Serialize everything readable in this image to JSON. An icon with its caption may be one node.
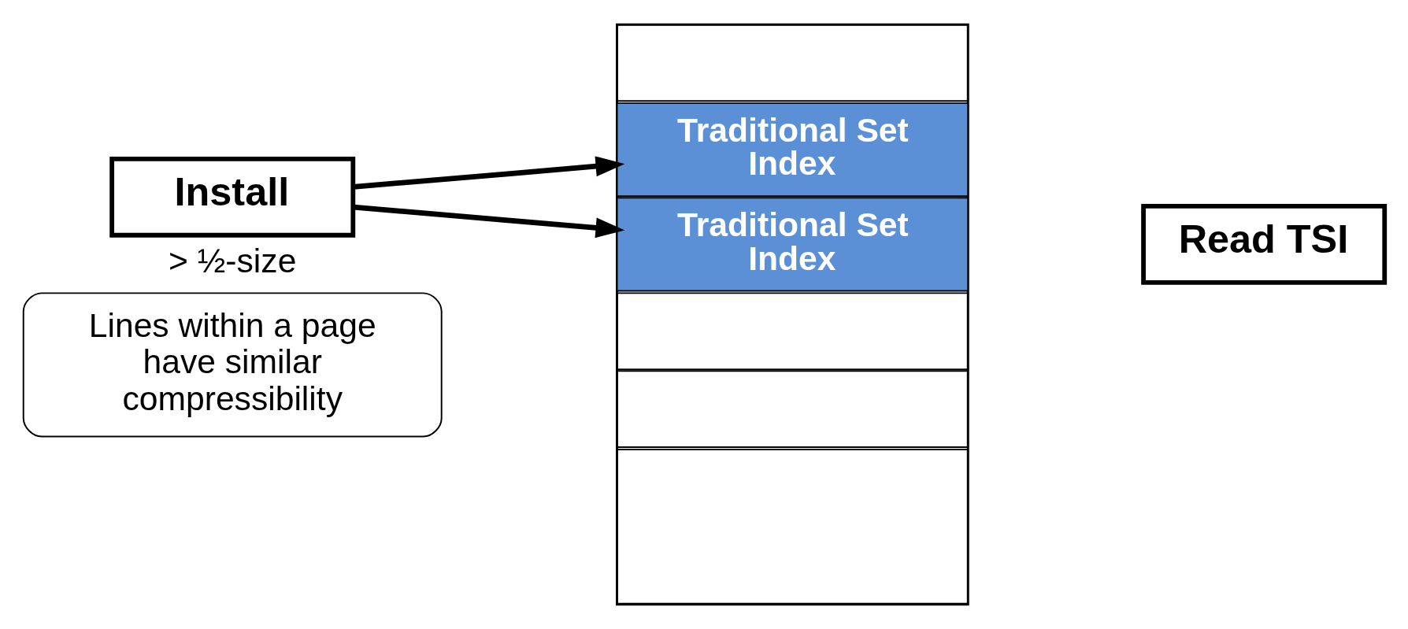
{
  "diagram": {
    "nodes": [
      {
        "text": [
          "Install"
        ],
        "beside": [
          "> ½-size"
        ]
      },
      {
        "text": [],
        "shape": "box"
      },
      {
        "text": [],
        "shape": "box",
        "in": 1
      },
      {
        "text": [
          "Traditional Set Index"
        ],
        "in": 1
      },
      {
        "text": [
          "Traditional Set Index"
        ],
        "in": 1
      },
      {
        "text": [],
        "shape": "box",
        "in": 1
      },
      {
        "text": [],
        "shape": "box",
        "in": 1
      },
      {
        "text": [],
        "shape": "box",
        "in": 1
      },
      {
        "text": [
          "Read TSI"
        ]
      },
      {
        "text": [
          "Lines within a page have similar compressibility"
        ]
      }
    ],
    "edges": [
      {
        "from": 0,
        "to": 3,
        "arrow": "to"
      },
      {
        "from": 0,
        "to": 4,
        "arrow": "to"
      }
    ]
  }
}
